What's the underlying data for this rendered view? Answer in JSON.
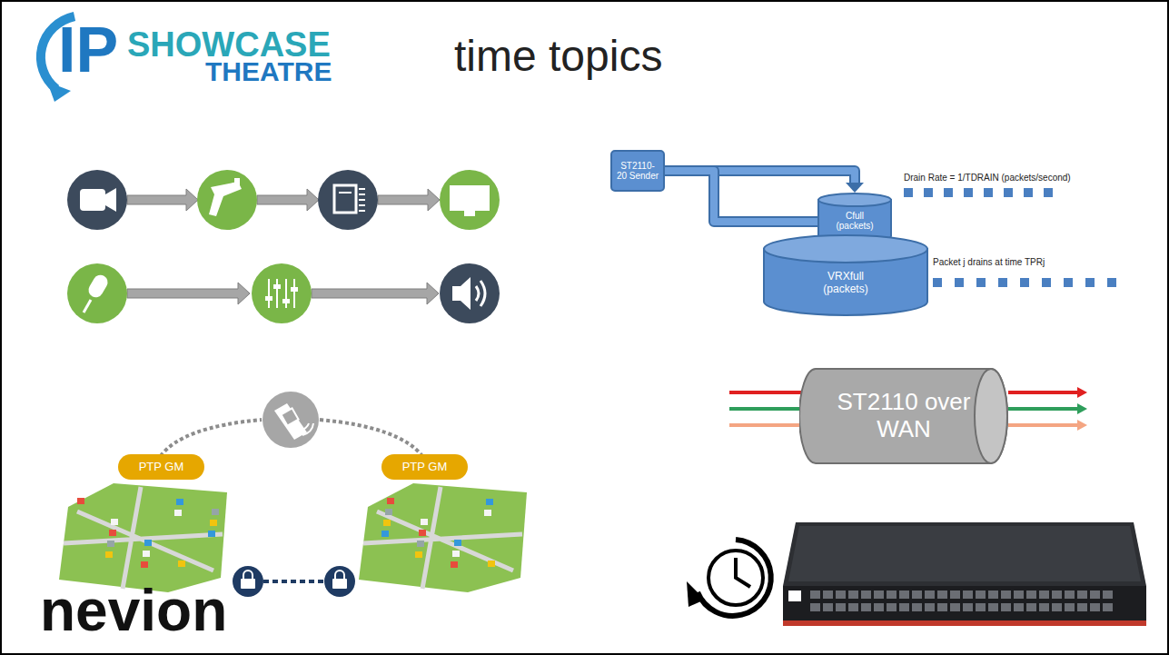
{
  "diagram": {
    "title": "time topics",
    "nodes": [
      {
        "text": [
          "ST2110-20 Sender"
        ]
      },
      {
        "text": [
          "Cfull",
          "(packets)"
        ]
      },
      {
        "text": [
          "VRXfull",
          "(packets)"
        ]
      },
      {
        "text": [
          "PTP GM"
        ]
      },
      {
        "text": [
          "PTP GM"
        ]
      },
      {
        "text": [
          "ST2110 over WAN"
        ]
      }
    ],
    "edges": [
      {
        "from": 0,
        "to": 1,
        "arrow": "to"
      },
      {
        "from": 0,
        "to": 2,
        "arrow": "to"
      }
    ],
    "labels": [
      "IP",
      "SHOWCASE",
      "THEATRE",
      "nevion",
      "Drain Rate = 1/TDRAIN (packets/second)",
      "Packet j drains at time TPRj"
    ]
  }
}
